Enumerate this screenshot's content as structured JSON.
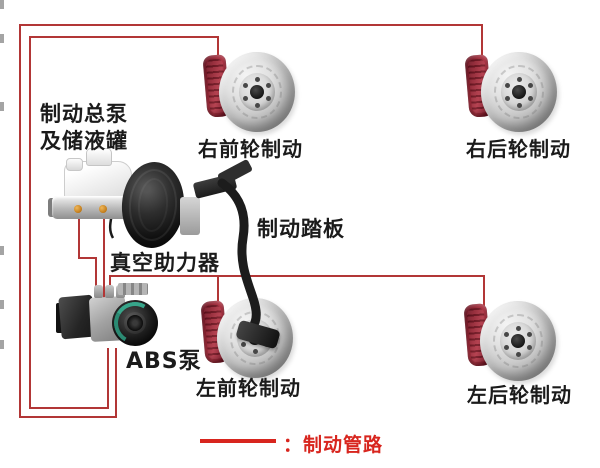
{
  "diagram": {
    "labels": {
      "master_cylinder_l1": "制动总泵",
      "master_cylinder_l2": "及储液罐",
      "front_right": "右前轮制动",
      "rear_right": "右后轮制动",
      "pedal": "制动踏板",
      "booster": "真空助力器",
      "abs_pump": "ABS泵",
      "front_left": "左前轮制动",
      "rear_left": "左后轮制动"
    },
    "legend": {
      "label": "：制动管路"
    },
    "colors": {
      "brake_line": "#b23636",
      "legend_red": "#d8251e",
      "caliper_red": "#9c2030",
      "label_black": "#1b1b1b"
    }
  }
}
